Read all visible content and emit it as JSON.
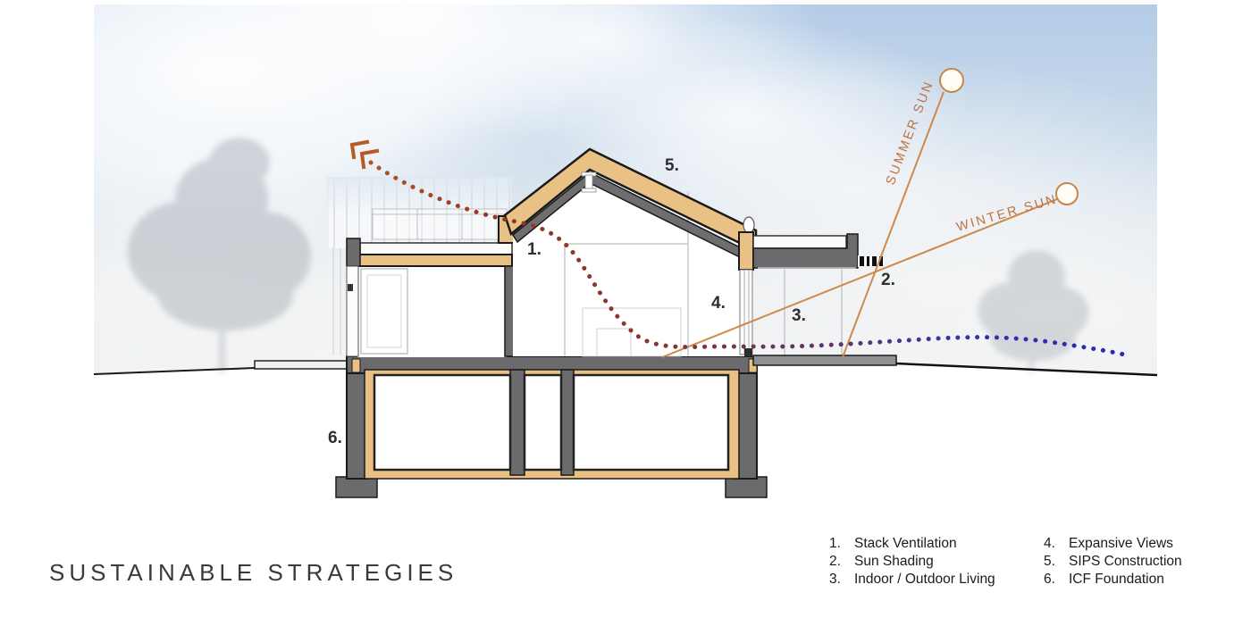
{
  "page": {
    "title": "SUSTAINABLE STRATEGIES"
  },
  "legend": {
    "items": [
      {
        "num": "1.",
        "label": "Stack Ventilation"
      },
      {
        "num": "2.",
        "label": "Sun Shading"
      },
      {
        "num": "3.",
        "label": "Indoor / Outdoor Living"
      },
      {
        "num": "4.",
        "label": "Expansive Views"
      },
      {
        "num": "5.",
        "label": "SIPS Construction"
      },
      {
        "num": "6.",
        "label": "ICF Foundation"
      }
    ]
  },
  "annotations": {
    "a1": "1.",
    "a2": "2.",
    "a3": "3.",
    "a4": "4.",
    "a5": "5.",
    "a6": "6."
  },
  "suns": {
    "summer": {
      "label": "SUMMER SUN"
    },
    "winter": {
      "label": "WINTER SUN"
    }
  },
  "colors": {
    "sun_orange": "#c8854a",
    "sips_tan": "#eac184",
    "structure_gray": "#6b6b6d",
    "warm_air_red": "#9e3a22",
    "cool_air_blue": "#2a2ab4"
  }
}
